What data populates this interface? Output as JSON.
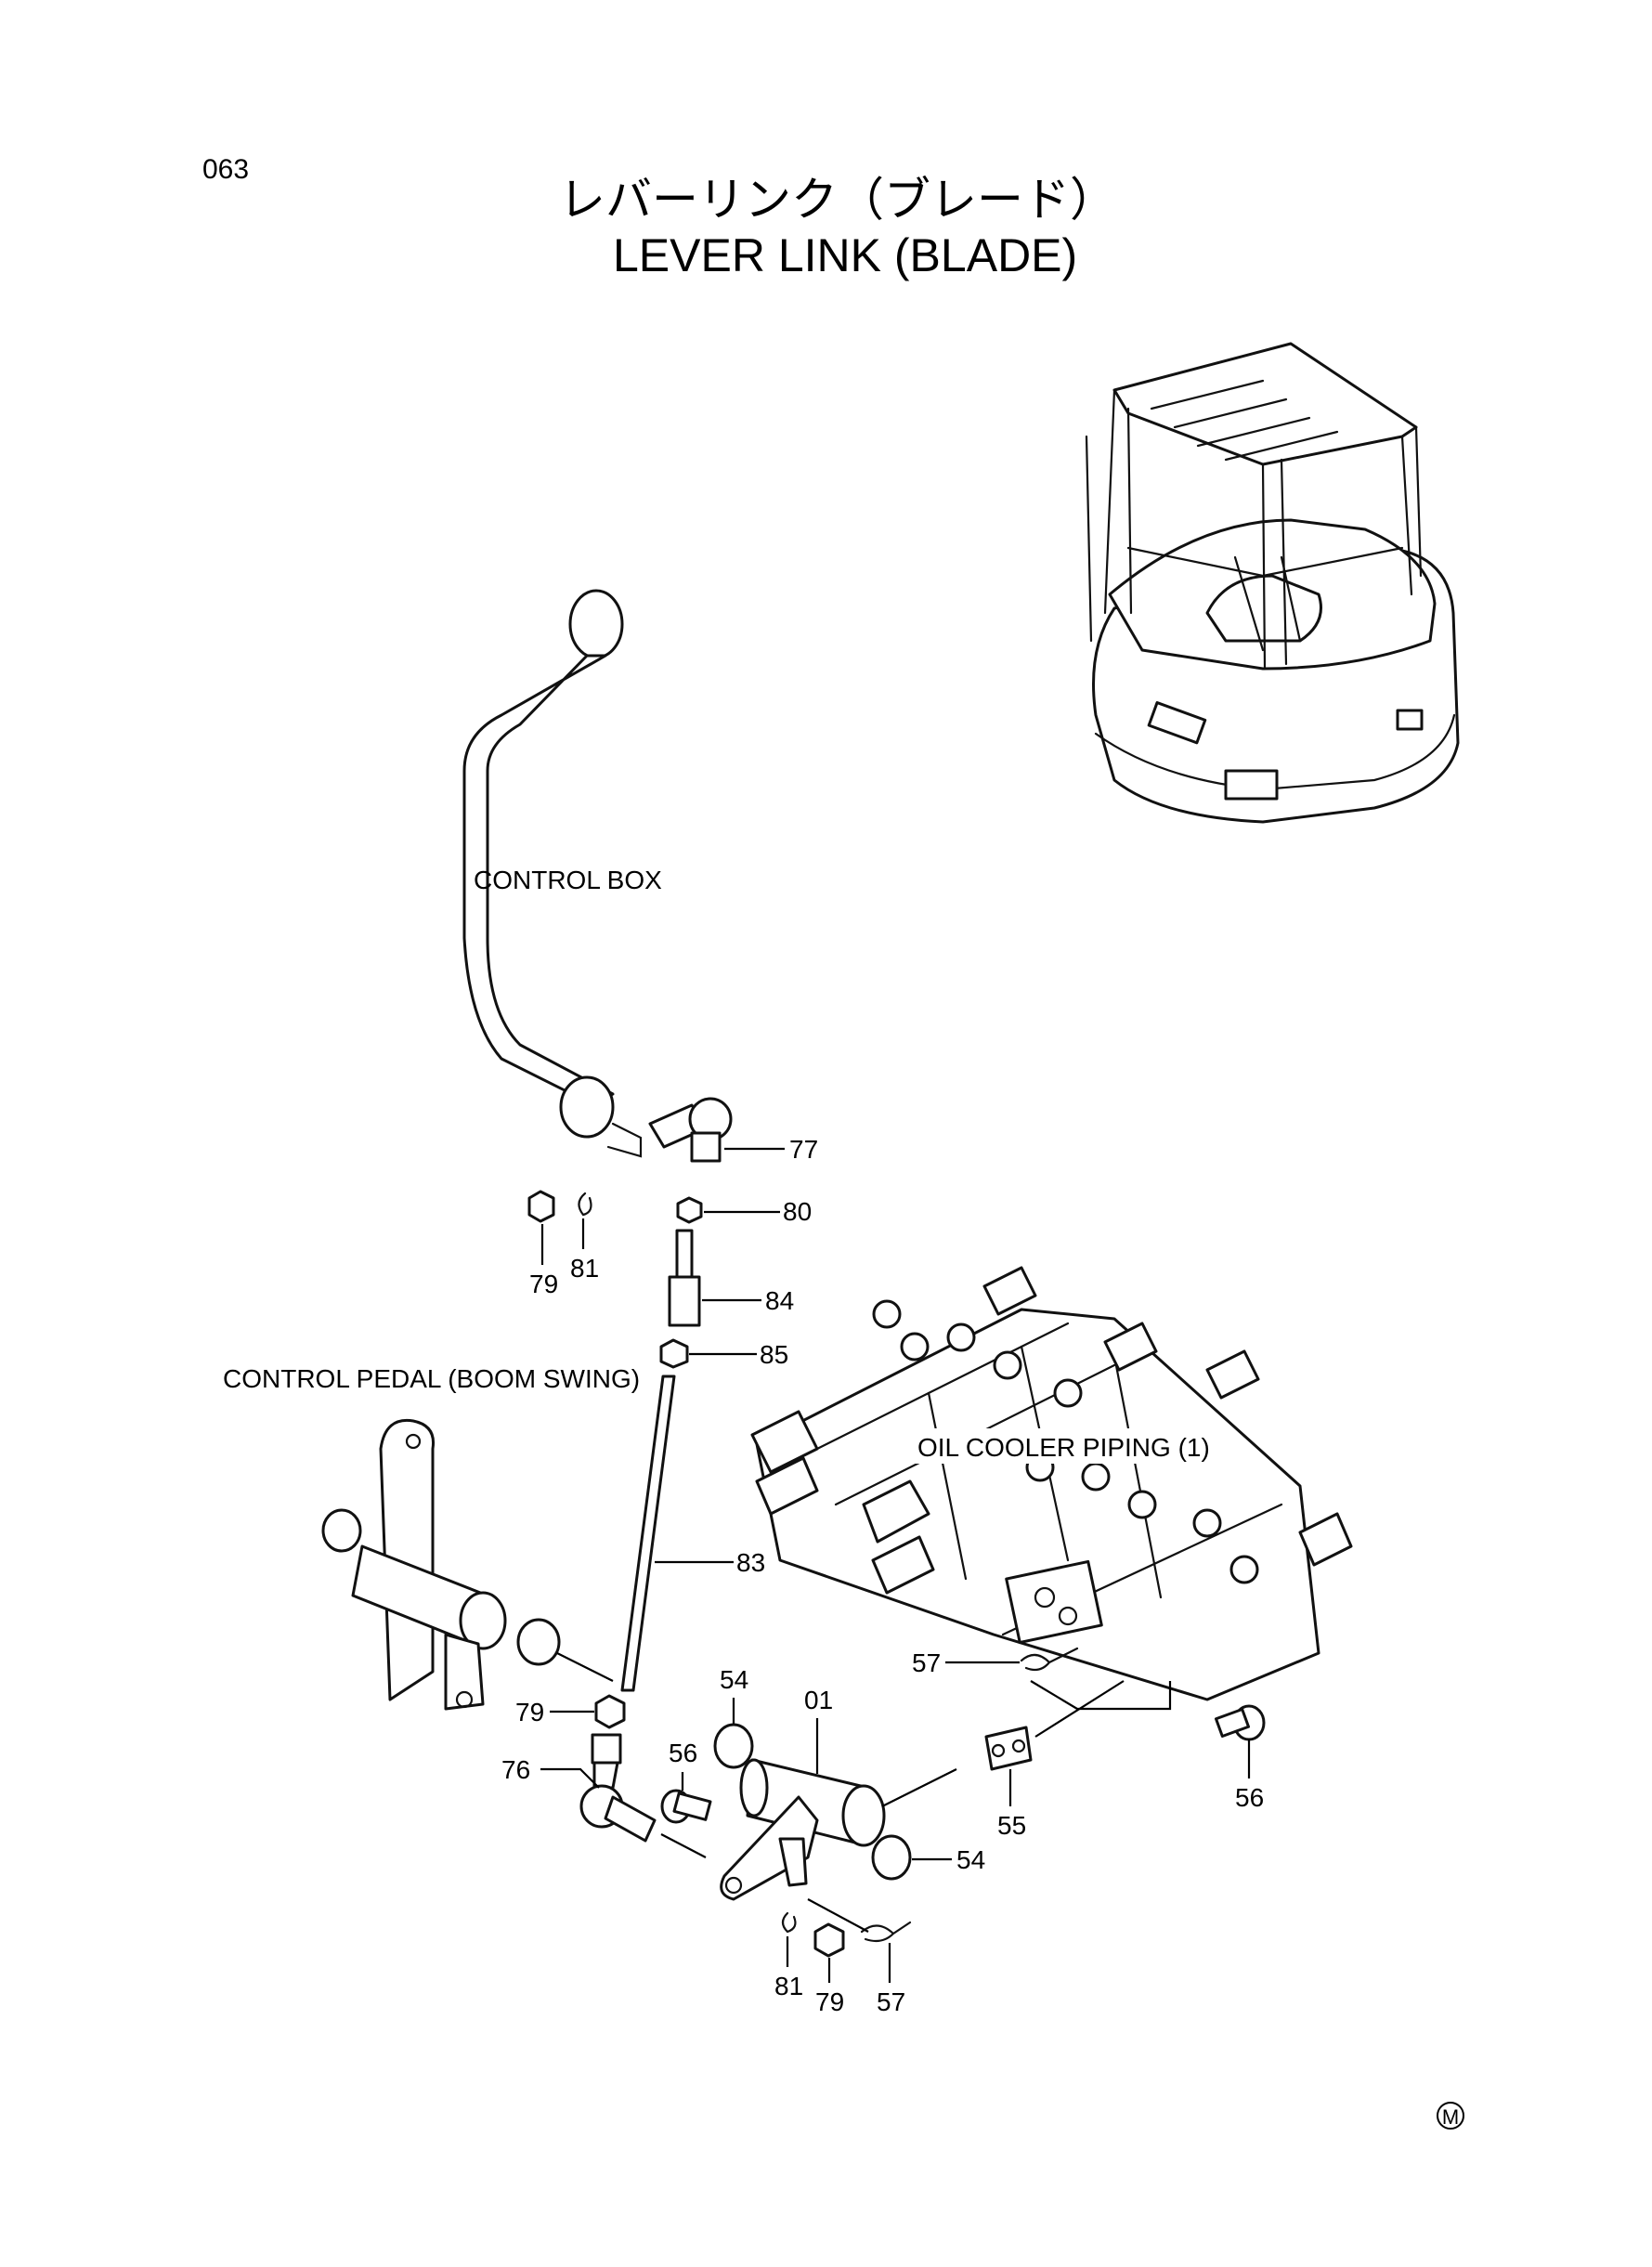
{
  "page": {
    "page_number": "063",
    "title_jp": "レバーリンク（ブレード）",
    "title_en": "LEVER LINK (BLADE)",
    "mark": "M"
  },
  "labels": {
    "control_box": "CONTROL BOX",
    "control_pedal": "CONTROL PEDAL (BOOM SWING)",
    "oil_cooler": "OIL COOLER PIPING (1)"
  },
  "callouts": {
    "p77": "77",
    "p80": "80",
    "p79_top": "79",
    "p81_top": "81",
    "p84": "84",
    "p85": "85",
    "p83": "83",
    "p57_right": "57",
    "p56_right": "56",
    "p79_mid": "79",
    "p54_top": "54",
    "p01": "01",
    "p76": "76",
    "p56_left": "56",
    "p55": "55",
    "p54_right": "54",
    "p81_bottom": "81",
    "p79_bottom": "79",
    "p57_bottom": "57"
  }
}
